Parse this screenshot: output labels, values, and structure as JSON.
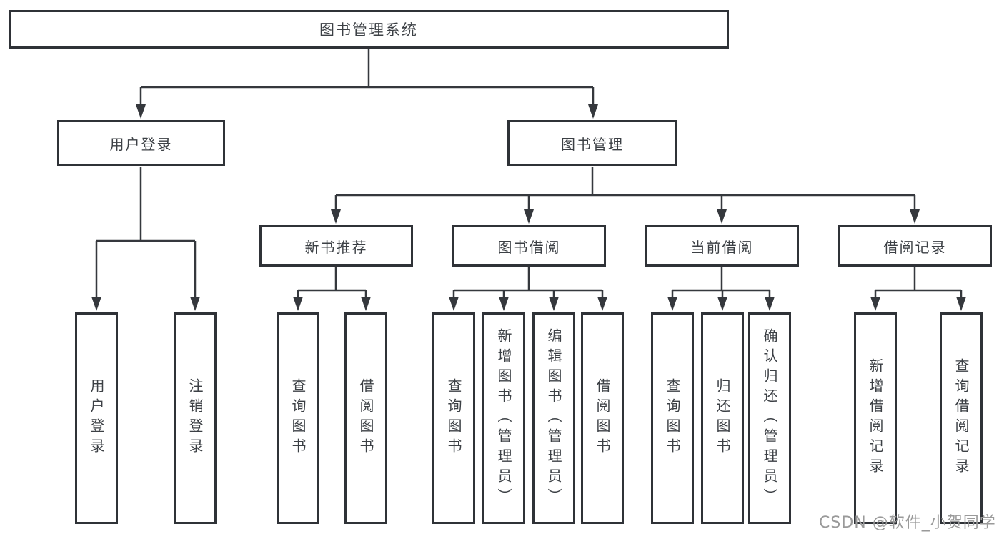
{
  "tree": {
    "root": {
      "label": "图书管理系统"
    },
    "branches": [
      {
        "label": "用户登录",
        "children": [
          {
            "label": "用户登录"
          },
          {
            "label": "注销登录"
          }
        ]
      },
      {
        "label": "图书管理",
        "groups": [
          {
            "label": "新书推荐",
            "children": [
              {
                "label": "查询图书"
              },
              {
                "label": "借阅图书"
              }
            ]
          },
          {
            "label": "图书借阅",
            "children": [
              {
                "label": "查询图书"
              },
              {
                "label": "新增图书（管理员）"
              },
              {
                "label": "编辑图书（管理员）"
              },
              {
                "label": "借阅图书"
              }
            ]
          },
          {
            "label": "当前借阅",
            "children": [
              {
                "label": "查询图书"
              },
              {
                "label": "归还图书"
              },
              {
                "label": "确认归还（管理员）"
              }
            ]
          },
          {
            "label": "借阅记录",
            "children": [
              {
                "label": "新增借阅记录"
              },
              {
                "label": "查询借阅记录"
              }
            ]
          }
        ]
      }
    ]
  },
  "watermark": {
    "text": "CSDN @软件_小贺同学"
  },
  "colors": {
    "line": "#35383d",
    "border": "#2f3237",
    "text": "#3c4045",
    "watermark": "#9a9a9a",
    "background": "#ffffff"
  }
}
